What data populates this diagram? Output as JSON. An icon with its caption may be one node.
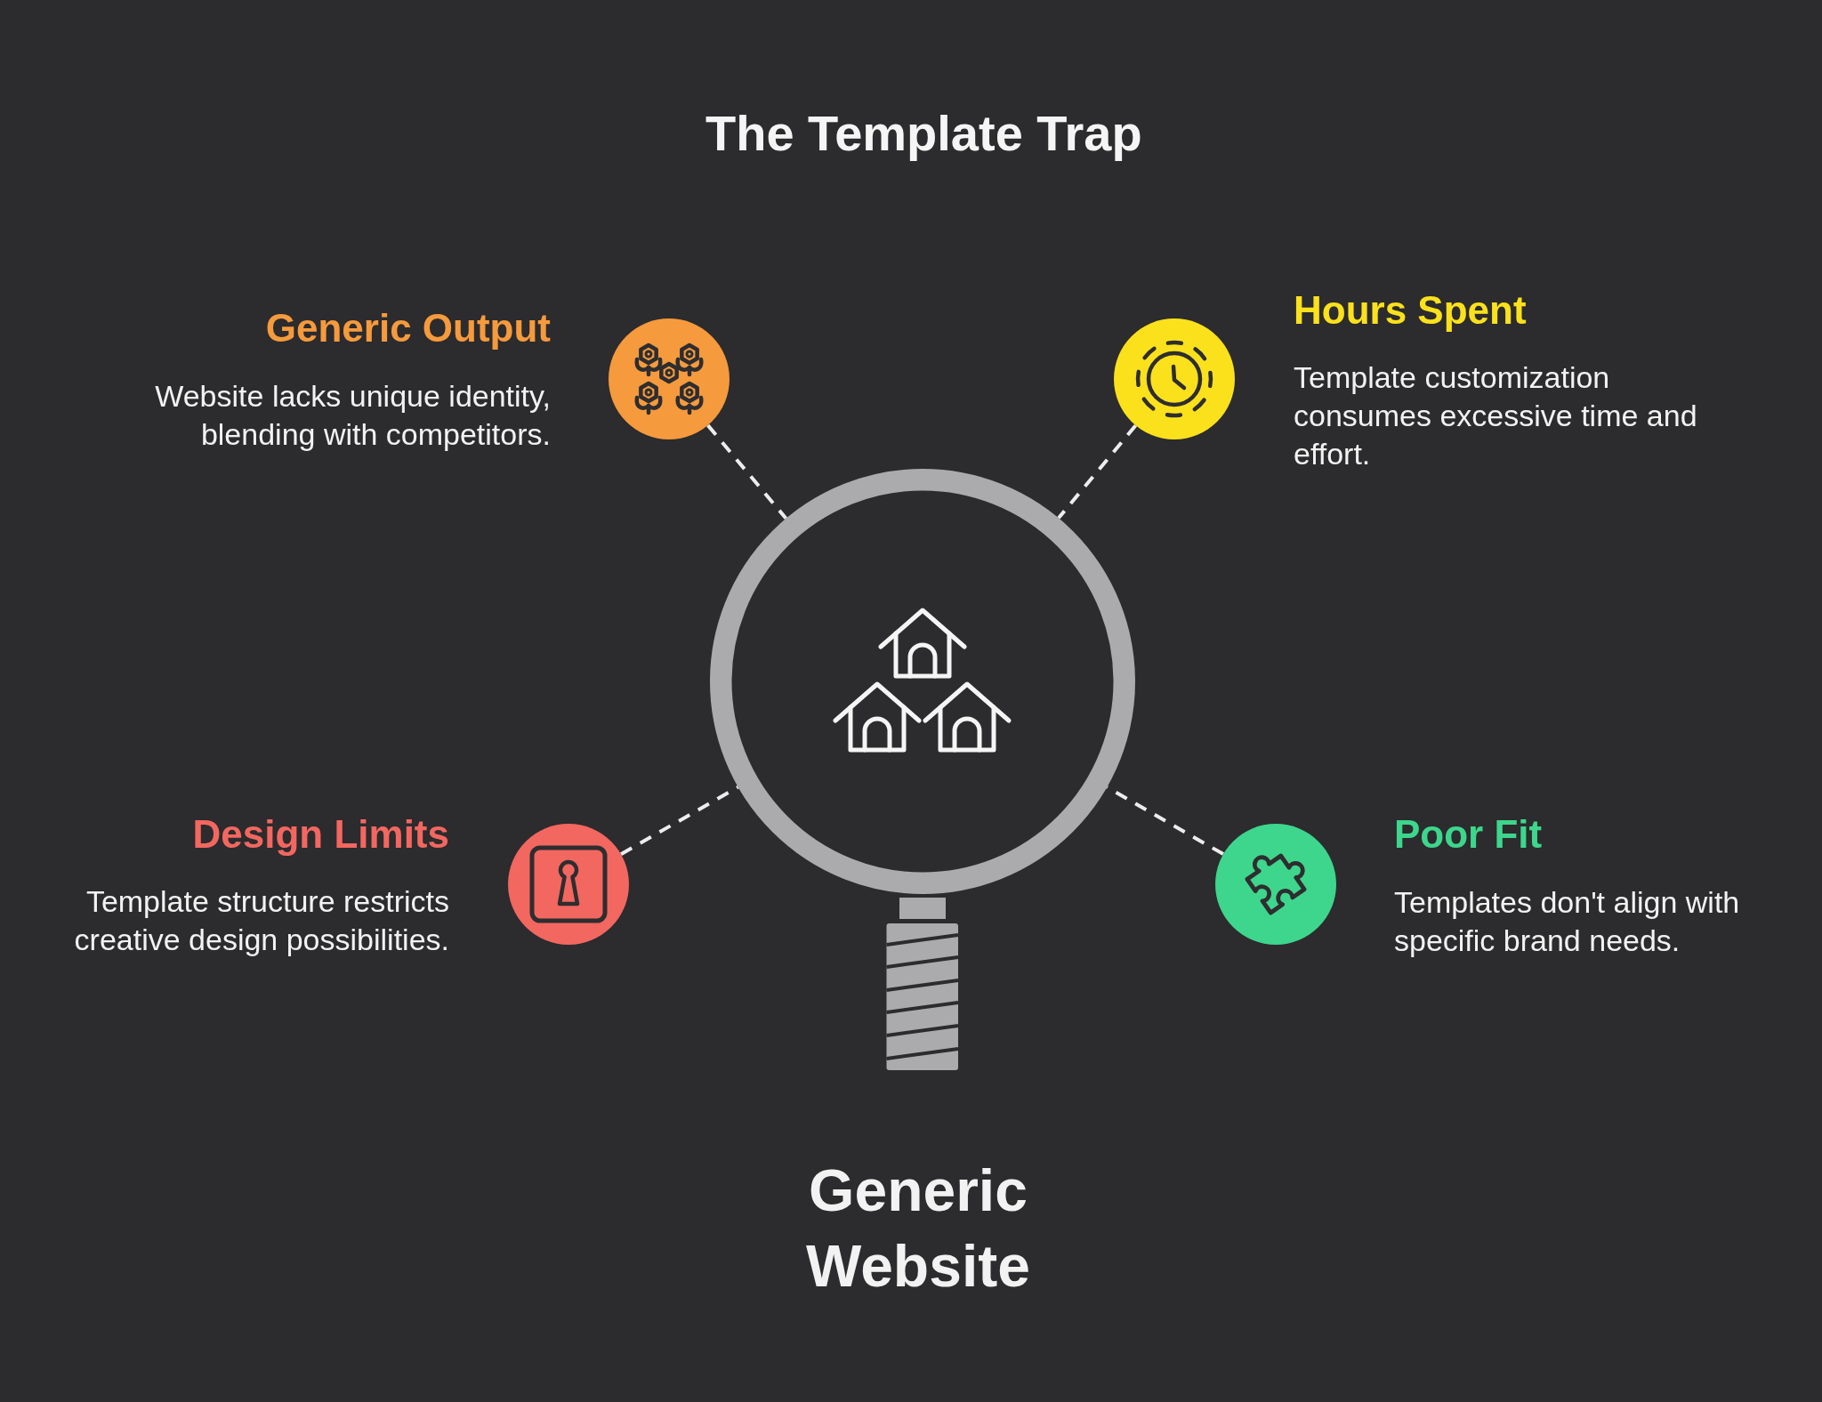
{
  "diagram": {
    "title": "The Template Trap",
    "nodes": [
      {
        "text": [],
        "shape": "circle",
        "beside": [
          "Generic Output",
          "Website lacks unique identity, blending with competitors."
        ]
      },
      {
        "text": [],
        "shape": "circle",
        "beside": [
          "Hours Spent",
          "Template customization consumes excessive time and effort."
        ]
      },
      {
        "text": [],
        "shape": "picture",
        "beside": [
          "Generic Website"
        ]
      },
      {
        "text": [],
        "shape": "circle",
        "beside": [
          "Design Limits",
          "Template structure restricts creative design possibilities."
        ]
      },
      {
        "text": [],
        "shape": "circle",
        "beside": [
          "Poor Fit",
          "Templates don't align with specific brand needs."
        ]
      }
    ],
    "edges": [
      {
        "from": 0,
        "to": 2,
        "arrow": "none",
        "style": "dashed"
      },
      {
        "from": 1,
        "to": 2,
        "arrow": "none",
        "style": "dashed"
      },
      {
        "from": 3,
        "to": 2,
        "arrow": "none",
        "style": "dashed"
      },
      {
        "from": 4,
        "to": 2,
        "arrow": "none",
        "style": "dashed"
      }
    ]
  }
}
